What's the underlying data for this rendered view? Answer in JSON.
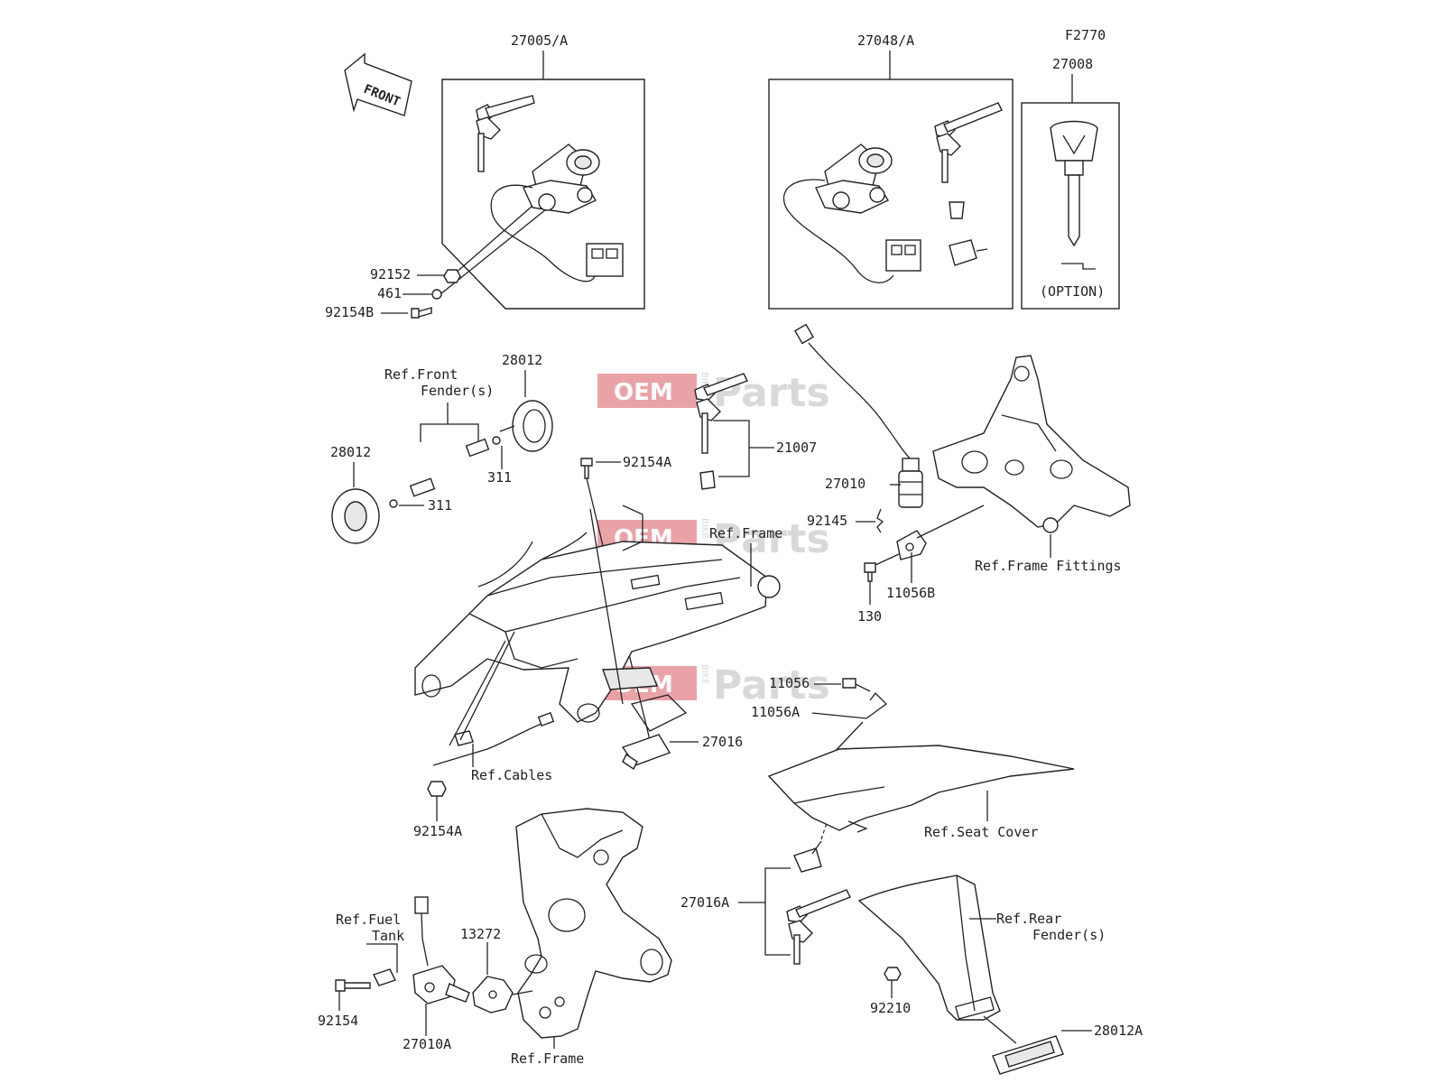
{
  "figure_id": "F2770",
  "front_label": "FRONT",
  "option_label": "(OPTION)",
  "watermark": {
    "oem": "OEM",
    "bike": "BIKE",
    "parts": "Parts"
  },
  "labels": {
    "p27005A": "27005/A",
    "p27048A": "27048/A",
    "p27008": "27008",
    "p92152": "92152",
    "p461": "461",
    "p92154B": "92154B",
    "p28012_top": "28012",
    "ref_front_fender_1": "Ref.Front",
    "ref_front_fender_2": "Fender(s)",
    "p28012_left": "28012",
    "p311_right": "311",
    "p311_left": "311",
    "p92154A_top": "92154A",
    "p21007": "21007",
    "p27010": "27010",
    "p92145": "92145",
    "p130": "130",
    "p11056B": "11056B",
    "ref_frame_fittings": "Ref.Frame Fittings",
    "ref_frame_mid": "Ref.Frame",
    "p11056": "11056",
    "p11056A": "11056A",
    "p27016": "27016",
    "ref_cables": "Ref.Cables",
    "p92154A_bot": "92154A",
    "ref_seat_cover": "Ref.Seat Cover",
    "p27016A": "27016A",
    "ref_rear_fender_1": "Ref.Rear",
    "ref_rear_fender_2": "Fender(s)",
    "ref_fuel_tank_1": "Ref.Fuel",
    "ref_fuel_tank_2": "Tank",
    "p13272": "13272",
    "p92154": "92154",
    "p27010A": "27010A",
    "ref_frame_bot": "Ref.Frame",
    "p92210": "92210",
    "p28012A": "28012A"
  }
}
